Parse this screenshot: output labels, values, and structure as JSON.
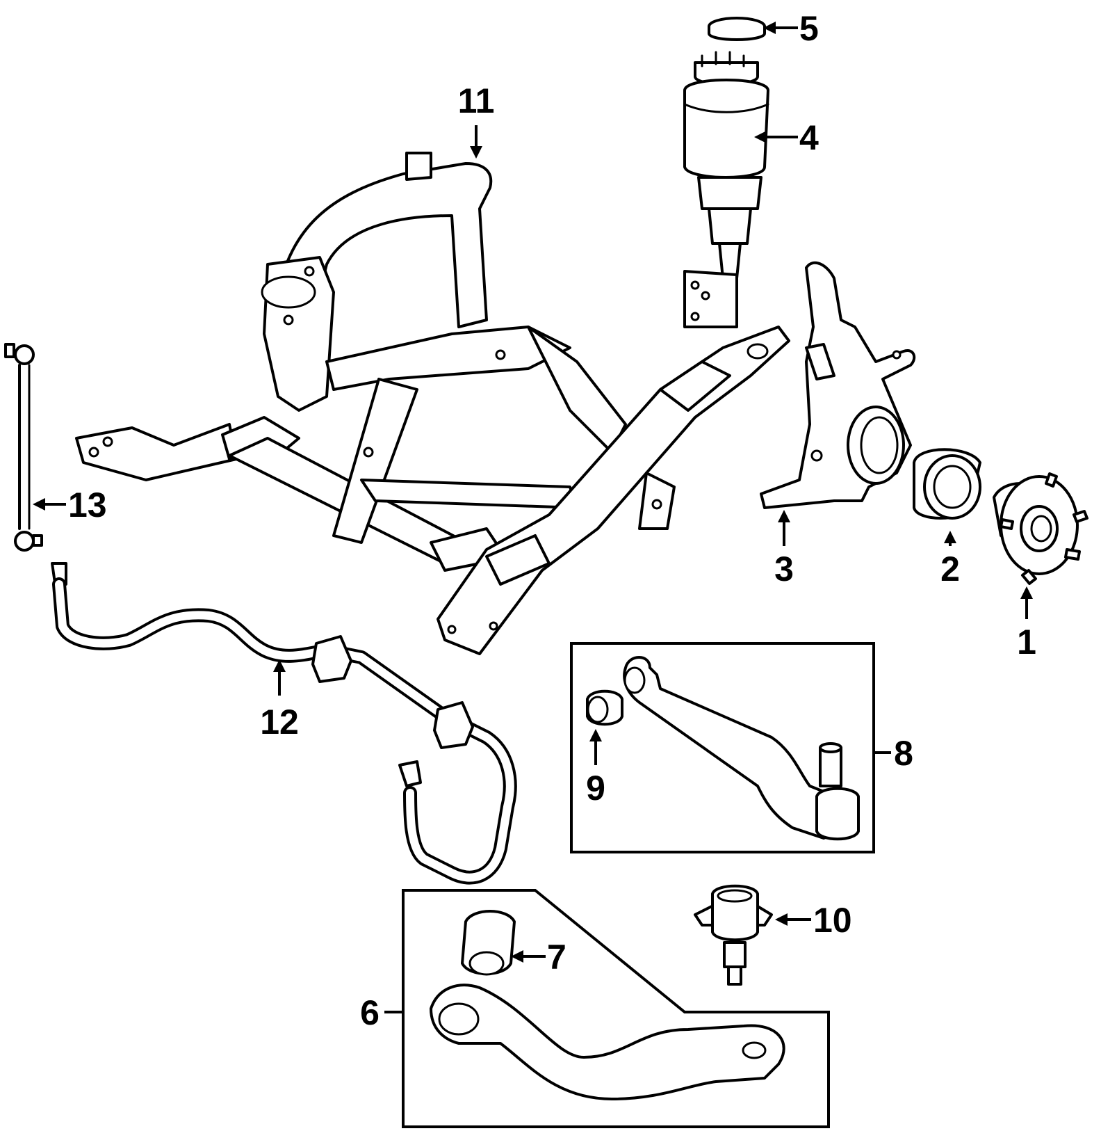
{
  "callouts": [
    {
      "id": "1",
      "label": "1",
      "part": "hub"
    },
    {
      "id": "2",
      "label": "2",
      "part": "wheel-bearing"
    },
    {
      "id": "3",
      "label": "3",
      "part": "steering-knuckle"
    },
    {
      "id": "4",
      "label": "4",
      "part": "air-strut"
    },
    {
      "id": "5",
      "label": "5",
      "part": "strut-mount-cap"
    },
    {
      "id": "6",
      "label": "6",
      "part": "lower-control-arm"
    },
    {
      "id": "7",
      "label": "7",
      "part": "lower-arm-bushing"
    },
    {
      "id": "8",
      "label": "8",
      "part": "upper-control-arm"
    },
    {
      "id": "9",
      "label": "9",
      "part": "upper-arm-bushing"
    },
    {
      "id": "10",
      "label": "10",
      "part": "ball-joint"
    },
    {
      "id": "11",
      "label": "11",
      "part": "subframe"
    },
    {
      "id": "12",
      "label": "12",
      "part": "stabilizer-bar"
    },
    {
      "id": "13",
      "label": "13",
      "part": "stabilizer-link"
    }
  ],
  "colors": {
    "line": "#000000",
    "background": "#ffffff"
  }
}
